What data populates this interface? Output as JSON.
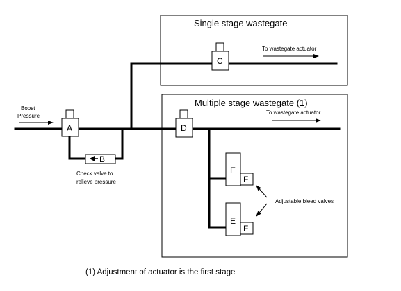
{
  "sections": {
    "single": {
      "title": "Single stage wastegate",
      "to_actuator": "To wastegate actuator"
    },
    "multiple": {
      "title": "Multiple stage wastegate (1)",
      "to_actuator": "To wastegate actuator"
    }
  },
  "labels": {
    "boost_line1": "Boost",
    "boost_line2": "Pressure",
    "check_line1": "Check valve to",
    "check_line2": "relieve pressure",
    "bleed": "Adjustable bleed valves"
  },
  "components": {
    "a": "A",
    "b": "B",
    "c": "C",
    "d": "D",
    "e1": "E",
    "f1": "F",
    "e2": "E",
    "f2": "F"
  },
  "footnote": "(1) Adjustment of actuator is the first stage"
}
